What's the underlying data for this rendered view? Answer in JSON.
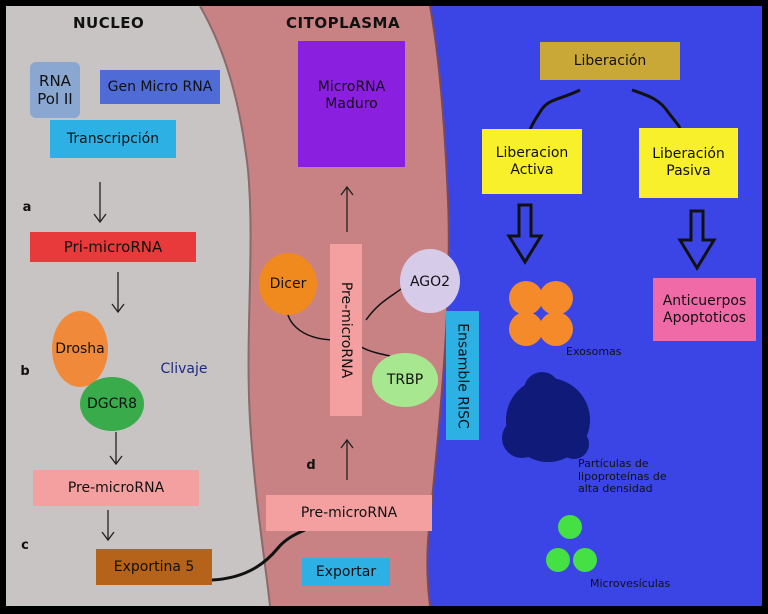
{
  "colors": {
    "nucleus_bg": "#c9c4c4",
    "cytoplasm_bg": "#c88283",
    "extracell_bg": "#3b45e6",
    "border": "#000000"
  },
  "nucleus": {
    "title": "NUCLEO",
    "rna_pol": "RNA\nPol II",
    "gene": "Gen Micro RNA",
    "transcription": "Transcripción",
    "step_a": "a",
    "step_b": "b",
    "step_c": "c",
    "pri_microrna": "Pri-microRNA",
    "drosha": "Drosha",
    "dgcr8": "DGCR8",
    "cleavage": "Clivaje",
    "pre_microrna": "Pre-microRNA",
    "exportin": "Exportina 5"
  },
  "cytoplasm": {
    "title": "CITOPLASMA",
    "mature": "MicroRNA\nMaduro",
    "pre_microrna_vertical": "Pre-microRNA",
    "dicer": "Dicer",
    "ago2": "AGO2",
    "trbp": "TRBP",
    "risc": "Ensamble RISC",
    "step_d": "d",
    "pre_microrna": "Pre-microRNA",
    "export": "Exportar"
  },
  "extracellular": {
    "release": "Liberación",
    "active": "Liberacion\nActiva",
    "passive": "Liberación\nPasiva",
    "antibodies": "Anticuerpos\nApoptoticos",
    "exosomes": "Exosomas",
    "hdl": "Partículas de\nlipoproteínas de\nalta densidad",
    "microvesicles": "Microvesículas"
  }
}
